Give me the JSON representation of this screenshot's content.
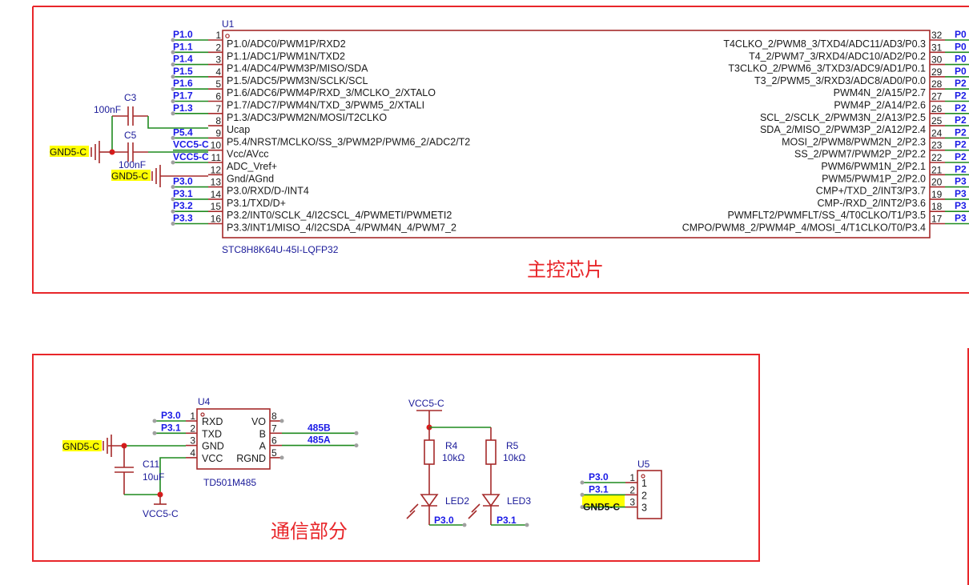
{
  "sections": {
    "main": {
      "title": "主控芯片"
    },
    "comm": {
      "title": "通信部分"
    }
  },
  "u1": {
    "ref": "U1",
    "part": "STC8H8K64U-45I-LQFP32",
    "left_pins": [
      {
        "num": "1",
        "name": "P1.0/ADC0/PWM1P/RXD2",
        "net": "P1.0"
      },
      {
        "num": "2",
        "name": "P1.1/ADC1/PWM1N/TXD2",
        "net": "P1.1"
      },
      {
        "num": "3",
        "name": "P1.4/ADC4/PWM3P/MISO/SDA",
        "net": "P1.4"
      },
      {
        "num": "4",
        "name": "P1.5/ADC5/PWM3N/SCLK/SCL",
        "net": "P1.5"
      },
      {
        "num": "5",
        "name": "P1.6/ADC6/PWM4P/RXD_3/MCLKO_2/XTALO",
        "net": "P1.6"
      },
      {
        "num": "6",
        "name": "P1.7/ADC7/PWM4N/TXD_3/PWM5_2/XTALI",
        "net": "P1.7"
      },
      {
        "num": "7",
        "name": "P1.3/ADC3/PWM2N/MOSI/T2CLKO",
        "net": "P1.3"
      },
      {
        "num": "8",
        "name": "Ucap",
        "net": ""
      },
      {
        "num": "9",
        "name": "P5.4/NRST/MCLKO/SS_3/PWM2P/PWM6_2/ADC2/T2",
        "net": "P5.4"
      },
      {
        "num": "10",
        "name": "Vcc/AVcc",
        "net": "VCC5-C"
      },
      {
        "num": "11",
        "name": "ADC_Vref+",
        "net": "VCC5-C"
      },
      {
        "num": "12",
        "name": "Gnd/AGnd",
        "net": ""
      },
      {
        "num": "13",
        "name": "P3.0/RXD/D-/INT4",
        "net": "P3.0"
      },
      {
        "num": "14",
        "name": "P3.1/TXD/D+",
        "net": "P3.1"
      },
      {
        "num": "15",
        "name": "P3.2/INT0/SCLK_4/I2CSCL_4/PWMETI/PWMETI2",
        "net": "P3.2"
      },
      {
        "num": "16",
        "name": "P3.3/INT1/MISO_4/I2CSDA_4/PWM4N_4/PWM7_2",
        "net": "P3.3"
      }
    ],
    "right_pins": [
      {
        "num": "32",
        "name": "T4CLKO_2/PWM8_3/TXD4/ADC11/AD3/P0.3",
        "net": "P0"
      },
      {
        "num": "31",
        "name": "T4_2/PWM7_3/RXD4/ADC10/AD2/P0.2",
        "net": "P0"
      },
      {
        "num": "30",
        "name": "T3CLKO_2/PWM6_3/TXD3/ADC9/AD1/P0.1",
        "net": "P0"
      },
      {
        "num": "29",
        "name": "T3_2/PWM5_3/RXD3/ADC8/AD0/P0.0",
        "net": "P0"
      },
      {
        "num": "28",
        "name": "PWM4N_2/A15/P2.7",
        "net": "P2"
      },
      {
        "num": "27",
        "name": "PWM4P_2/A14/P2.6",
        "net": "P2"
      },
      {
        "num": "26",
        "name": "SCL_2/SCLK_2/PWM3N_2/A13/P2.5",
        "net": "P2"
      },
      {
        "num": "25",
        "name": "SDA_2/MISO_2/PWM3P_2/A12/P2.4",
        "net": "P2"
      },
      {
        "num": "24",
        "name": "MOSI_2/PWM8/PWM2N_2/P2.3",
        "net": "P2"
      },
      {
        "num": "23",
        "name": "SS_2/PWM7/PWM2P_2/P2.2",
        "net": "P2"
      },
      {
        "num": "22",
        "name": "PWM6/PWM1N_2/P2.1",
        "net": "P2"
      },
      {
        "num": "21",
        "name": "PWM5/PWM1P_2/P2.0",
        "net": "P2"
      },
      {
        "num": "20",
        "name": "CMP+/TXD_2/INT3/P3.7",
        "net": "P3"
      },
      {
        "num": "19",
        "name": "CMP-/RXD_2/INT2/P3.6",
        "net": "P3"
      },
      {
        "num": "18",
        "name": "PWMFLT2/PWMFLT/SS_4/T0CLKO/T1/P3.5",
        "net": "P3"
      },
      {
        "num": "17",
        "name": "CMPO/PWM8_2/PWM4P_4/MOSI_4/T1CLKO/T0/P3.4",
        "net": "P3"
      }
    ]
  },
  "caps_main": {
    "c3": {
      "ref": "C3",
      "value": "100nF"
    },
    "c5": {
      "ref": "C5",
      "value": "100nF"
    },
    "gnd1": "GND5-C",
    "gnd2": "GND5-C"
  },
  "u4": {
    "ref": "U4",
    "part": "TD501M485",
    "left_pins": [
      {
        "num": "1",
        "name": "RXD",
        "net": "P3.0"
      },
      {
        "num": "2",
        "name": "TXD",
        "net": "P3.1"
      },
      {
        "num": "3",
        "name": "GND",
        "net": ""
      },
      {
        "num": "4",
        "name": "VCC",
        "net": ""
      }
    ],
    "right_pins": [
      {
        "num": "8",
        "name": "VO",
        "net": ""
      },
      {
        "num": "7",
        "name": "B",
        "net": "485B"
      },
      {
        "num": "6",
        "name": "A",
        "net": "485A"
      },
      {
        "num": "5",
        "name": "RGND",
        "net": ""
      }
    ],
    "gnd": "GND5-C",
    "vcc": "VCC5-C",
    "c11": {
      "ref": "C11",
      "value": "10uF"
    }
  },
  "leds": {
    "vcc": "VCC5-C",
    "r4": {
      "ref": "R4",
      "value": "10kΩ"
    },
    "r5": {
      "ref": "R5",
      "value": "10kΩ"
    },
    "led2": {
      "ref": "LED2",
      "net": "P3.0"
    },
    "led3": {
      "ref": "LED3",
      "net": "P3.1"
    }
  },
  "u5": {
    "ref": "U5",
    "pins": [
      {
        "num": "1",
        "label": "1",
        "net": "P3.0"
      },
      {
        "num": "2",
        "label": "2",
        "net": "P3.1"
      },
      {
        "num": "3",
        "label": "3",
        "net": "GND5-C"
      }
    ]
  }
}
